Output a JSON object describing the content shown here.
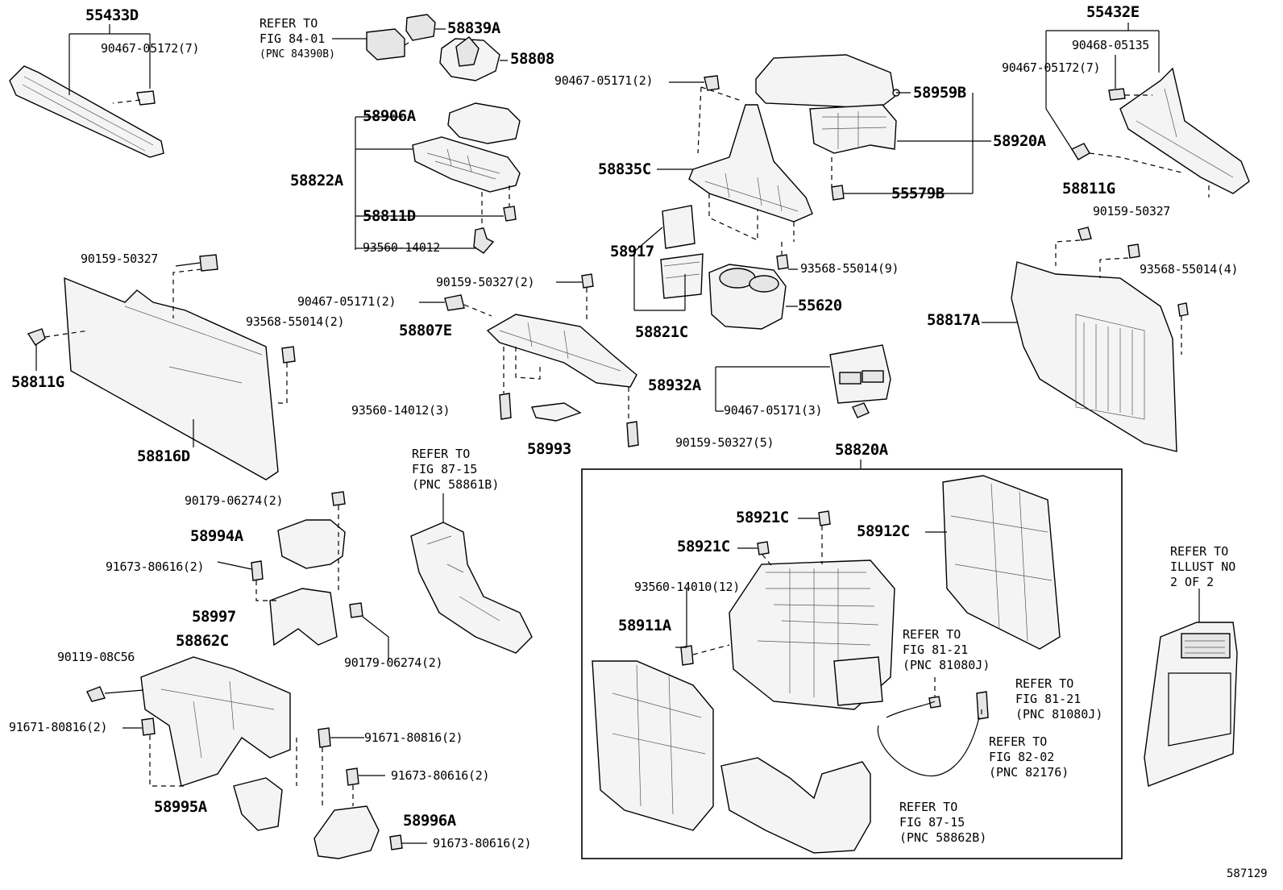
{
  "diagram": {
    "illustration_no": "587129",
    "parts": {
      "p55433D": "55433D",
      "p90467_05172_7_a": "90467-05172(7)",
      "p58839A": "58839A",
      "p58808": "58808",
      "p90467_05171_2_a": "90467-05171(2)",
      "p58959B": "58959B",
      "p58920A": "58920A",
      "p55579B": "55579B",
      "p55432E": "55432E",
      "p90468_05135": "90468-05135",
      "p90467_05172_7_b": "90467-05172(7)",
      "p58906A": "58906A",
      "p58822A": "58822A",
      "p58811D": "58811D",
      "p93560_14012": "93560-14012",
      "p58835C": "58835C",
      "p58811G_a": "58811G",
      "p90159_50327_a": "90159-50327",
      "p90159_50327_b": "90159-50327",
      "p58917": "58917",
      "p58821C": "58821C",
      "p93568_55014_9": "93568-55014(9)",
      "p55620": "55620",
      "p93568_55014_4": "93568-55014(4)",
      "p58817A": "58817A",
      "p90159_50327_2": "90159-50327(2)",
      "p90467_05171_2_b": "90467-05171(2)",
      "p58807E": "58807E",
      "p93568_55014_2": "93568-55014(2)",
      "p58811G_b": "58811G",
      "p58932A": "58932A",
      "p90467_05171_3": "90467-05171(3)",
      "p93560_14012_3": "93560-14012(3)",
      "p58993": "58993",
      "p90159_50327_5": "90159-50327(5)",
      "p58816D": "58816D",
      "p58820A": "58820A",
      "p90179_06274_2_a": "90179-06274(2)",
      "p58994A": "58994A",
      "p91673_80616_2_a": "91673-80616(2)",
      "p58997": "58997",
      "p58862C": "58862C",
      "p90119_08C56": "90119-08C56",
      "p90179_06274_2_b": "90179-06274(2)",
      "p91671_80816_2_a": "91671-80816(2)",
      "p91671_80816_2_b": "91671-80816(2)",
      "p91673_80616_2_b": "91673-80616(2)",
      "p58995A": "58995A",
      "p58996A": "58996A",
      "p91673_80616_2_c": "91673-80616(2)",
      "p58921C_a": "58921C",
      "p58921C_b": "58921C",
      "p58912C": "58912C",
      "p93560_14010_12": "93560-14010(12)",
      "p58911A": "58911A"
    },
    "refs": {
      "r84_01": [
        "REFER TO",
        "FIG 84-01",
        "(PNC 84390B)"
      ],
      "r87_15_a": [
        "REFER TO",
        "FIG 87-15",
        "(PNC 58861B)"
      ],
      "r81_21_a": [
        "REFER TO",
        "FIG 81-21",
        "(PNC 81080J)"
      ],
      "r81_21_b": [
        "REFER TO",
        "FIG 81-21",
        "(PNC 81080J)"
      ],
      "r82_02": [
        "REFER TO",
        "FIG 82-02",
        "(PNC 82176)"
      ],
      "r87_15_b": [
        "REFER TO",
        "FIG 87-15",
        "(PNC 58862B)"
      ],
      "r_illust": [
        "REFER TO",
        "ILLUST NO",
        "2 OF 2"
      ]
    }
  }
}
